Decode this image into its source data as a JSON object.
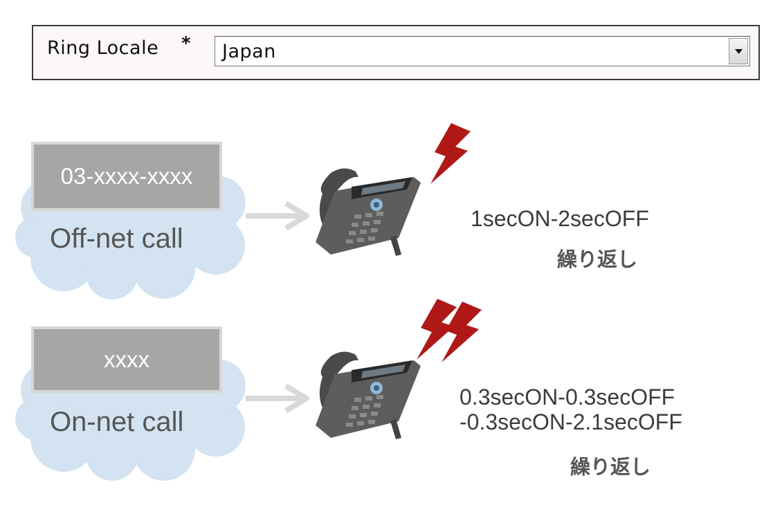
{
  "ring_locale": {
    "label": "Ring Locale",
    "required_mark": "*",
    "selected_value": "Japan"
  },
  "offnet": {
    "number": "03-xxxx-xxxx",
    "label": "Off-net call",
    "pattern": "1secON-2secOFF",
    "repeat": "繰り返し"
  },
  "onnet": {
    "number": "xxxx",
    "label": "On-net call",
    "pattern_line1": "0.3secON-0.3secOFF",
    "pattern_line2": "-0.3secON-2.1secOFF",
    "repeat": "繰り返し"
  },
  "colors": {
    "cloud": "#d3e3f1",
    "number_box": "#a6a6a6",
    "arrow": "#d9d9d9",
    "bolt": "#b01818"
  }
}
